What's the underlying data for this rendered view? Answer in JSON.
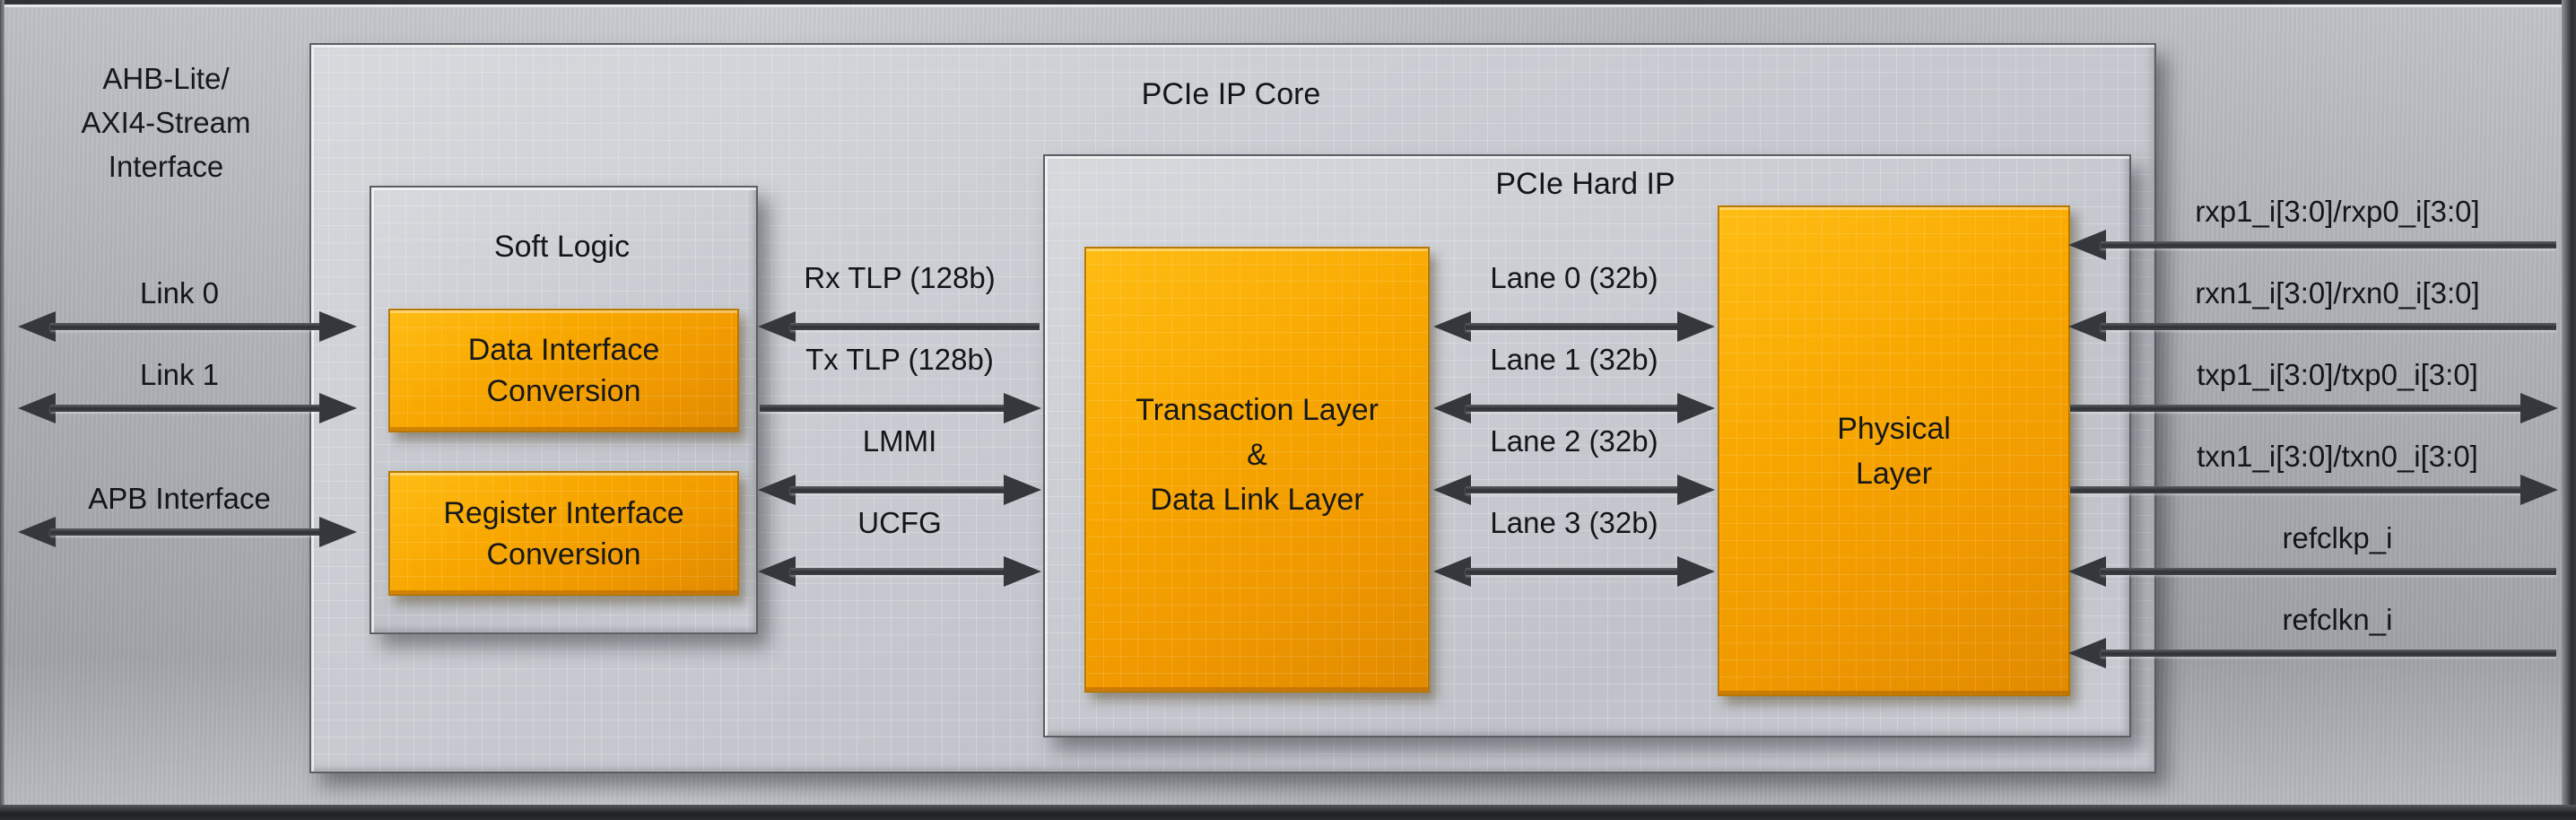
{
  "diagram": {
    "host_interface": {
      "title_lines": [
        "AHB-Lite/",
        "AXI4-Stream",
        "Interface"
      ],
      "ports": [
        {
          "label": "Link 0",
          "direction": "bidirectional"
        },
        {
          "label": "Link 1",
          "direction": "bidirectional"
        },
        {
          "label": "APB Interface",
          "direction": "bidirectional"
        }
      ]
    },
    "ip_core": {
      "title": "PCIe IP Core"
    },
    "soft_logic": {
      "title": "Soft Logic",
      "blocks": [
        {
          "label_lines": [
            "Data Interface",
            "Conversion"
          ]
        },
        {
          "label_lines": [
            "Register Interface",
            "Conversion"
          ]
        }
      ]
    },
    "internal_buses": [
      {
        "label": "Rx TLP (128b)",
        "direction": "to-soft-logic"
      },
      {
        "label": "Tx TLP (128b)",
        "direction": "to-hard-ip"
      },
      {
        "label": "LMMI",
        "direction": "bidirectional"
      },
      {
        "label": "UCFG",
        "direction": "bidirectional"
      }
    ],
    "hard_ip": {
      "title": "PCIe Hard IP",
      "transaction_block": {
        "label_lines": [
          "Transaction Layer",
          "&",
          "Data Link Layer"
        ]
      },
      "lanes": [
        {
          "label": "Lane 0 (32b)",
          "direction": "bidirectional"
        },
        {
          "label": "Lane 1 (32b)",
          "direction": "bidirectional"
        },
        {
          "label": "Lane 2 (32b)",
          "direction": "bidirectional"
        },
        {
          "label": "Lane 3 (32b)",
          "direction": "bidirectional"
        }
      ],
      "physical_block": {
        "label_lines": [
          "Physical",
          "Layer"
        ]
      }
    },
    "serial_ports": [
      {
        "label": "rxp1_i[3:0]/rxp0_i[3:0]",
        "direction": "input"
      },
      {
        "label": "rxn1_i[3:0]/rxn0_i[3:0]",
        "direction": "input"
      },
      {
        "label": "txp1_i[3:0]/txp0_i[3:0]",
        "direction": "output"
      },
      {
        "label": "txn1_i[3:0]/txn0_i[3:0]",
        "direction": "output"
      },
      {
        "label": "refclkp_i",
        "direction": "input"
      },
      {
        "label": "refclkn_i",
        "direction": "input"
      }
    ],
    "colors": {
      "block_orange": "#F5A300",
      "panel_gray": "#B6B9BF",
      "box_gray": "#C8CBD2",
      "arrow_dark": "#34383C"
    }
  }
}
